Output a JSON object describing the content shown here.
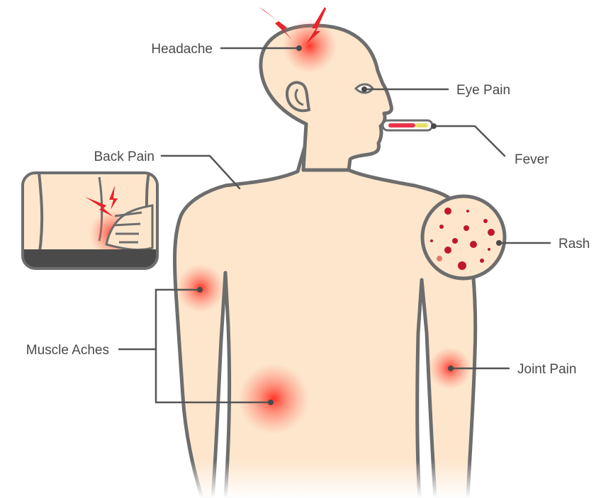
{
  "labels": {
    "headache": "Headache",
    "eye_pain": "Eye Pain",
    "fever": "Fever",
    "back_pain": "Back Pain",
    "rash": "Rash",
    "muscle_aches": "Muscle Aches",
    "joint_pain": "Joint Pain"
  },
  "colors": {
    "skin": "#fde6cc",
    "outline": "#6d6d6d",
    "pain_glow": "#ff3b30",
    "lightning": "#e8232a",
    "rash_spot": "#c0182b"
  }
}
